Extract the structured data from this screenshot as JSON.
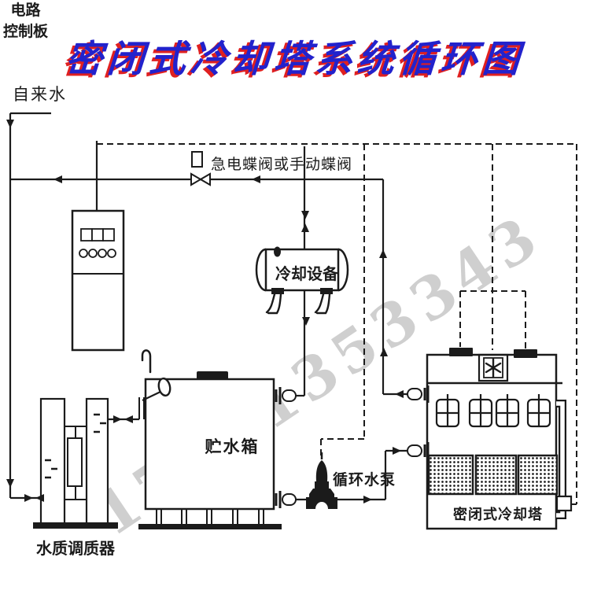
{
  "title": {
    "text": "密闭式冷却塔系统循环图"
  },
  "labels": {
    "tap_water": "自来水",
    "valve_note": "急电蝶阀或手动蝶阀",
    "control_board_line1": "电路",
    "control_board_line2": "控制板",
    "cooling_equipment": "冷却设备",
    "storage_tank": "贮水箱",
    "circulation_pump": "循环水泵",
    "water_conditioner": "水质调质器",
    "cooling_tower": "密闭式冷却塔"
  },
  "watermark": {
    "text": "17331353343"
  },
  "colors": {
    "title": "#2222cc",
    "title_shadow": "#e02020",
    "line": "#1b1b1b",
    "watermark": "#c4c4c4",
    "background": "#ffffff"
  }
}
